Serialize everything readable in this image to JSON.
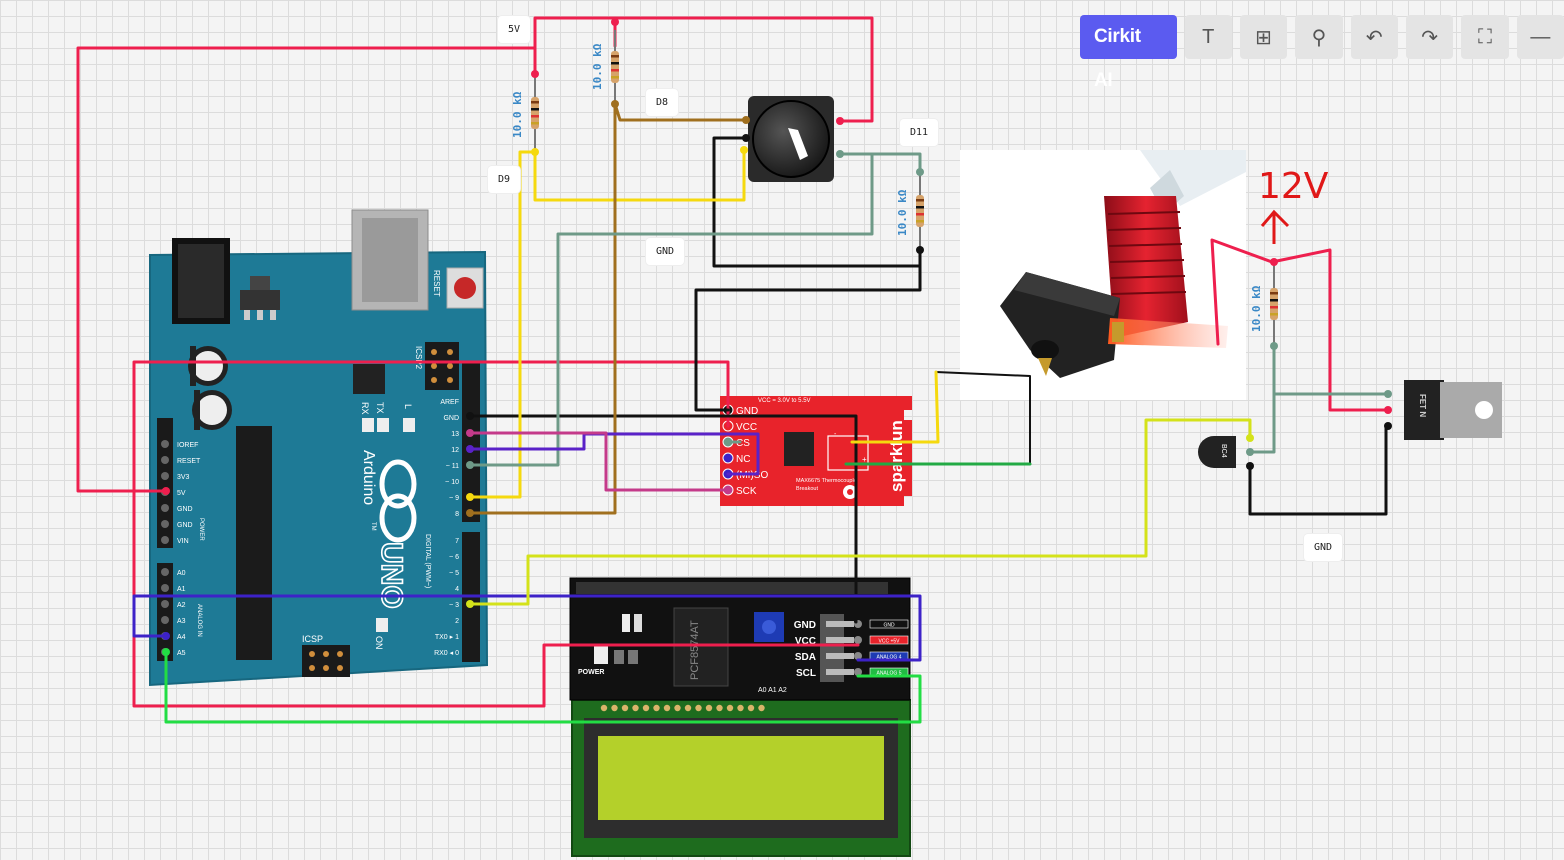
{
  "toolbar": {
    "ai_label": "Cirkit AI",
    "tools": [
      {
        "name": "text-tool",
        "glyph": "T"
      },
      {
        "name": "table-tool",
        "glyph": "⊞"
      },
      {
        "name": "route-tool",
        "glyph": "⚲"
      },
      {
        "name": "undo-tool",
        "glyph": "↶"
      },
      {
        "name": "redo-tool",
        "glyph": "↷"
      },
      {
        "name": "fullscreen-tool",
        "glyph": "⛶"
      },
      {
        "name": "minimize-tool",
        "glyph": "—"
      }
    ]
  },
  "net_labels": {
    "five_v": "5V",
    "d8": "D8",
    "d9": "D9",
    "d11": "D11",
    "gnd_center": "GND",
    "gnd_right": "GND"
  },
  "resistors": {
    "r1": "10.0 kΩ",
    "r2": "10.0 kΩ",
    "r3": "10.0 kΩ",
    "r4": "10.0 kΩ"
  },
  "arduino": {
    "name": "Arduino",
    "model": "UNO",
    "reset": "RESET",
    "icsp2": "ICSP2",
    "icsp": "ICSP",
    "tx": "TX",
    "rx": "RX",
    "l": "L",
    "on": "ON",
    "power": "POWER",
    "analog_in": "ANALOG IN",
    "digital": "DIGITAL (PWM~)",
    "tm": "TM",
    "power_pins": [
      "IOREF",
      "RESET",
      "3V3",
      "5V",
      "GND",
      "GND",
      "VIN"
    ],
    "analog_pins": [
      "A0",
      "A1",
      "A2",
      "A3",
      "A4",
      "A5"
    ],
    "top_pins": [
      "AREF",
      "GND",
      "13",
      "12",
      "~ 11",
      "~ 10",
      "~ 9",
      "8"
    ],
    "bottom_pins": [
      "7",
      "~ 6",
      "~ 5",
      "4",
      "~ 3",
      "2",
      "TX0 ▸ 1",
      "RX0 ◂ 0"
    ]
  },
  "thermocouple": {
    "pins": [
      "GND",
      "VCC",
      "CS",
      "NC",
      "(MI)SO",
      "SCK"
    ],
    "header": "VCC = 3.0V to 5.5V",
    "board_name": "MAX6675 Thermocouple",
    "board_sub": "Breakout",
    "brand": "sparkfun",
    "minus": "-",
    "plus": "+"
  },
  "lcd_i2c": {
    "chip": "PCF8574AT",
    "power": "POWER",
    "pins": [
      "GND",
      "VCC",
      "SDA",
      "SCL"
    ],
    "tags": [
      "GND",
      "VCC +5V",
      "ANALOG 4",
      "ANALOG 5"
    ],
    "addr": "A0 A1 A2"
  },
  "mosfet": {
    "label": "FET N"
  },
  "transistor": {
    "label": "BC4"
  },
  "annotation": {
    "text": "12V"
  },
  "colors": {
    "red_wire": "#ee1f4e",
    "black_wire": "#111111",
    "yellow_wire": "#f5d90e",
    "brown_wire": "#a06f1e",
    "teal_wire": "#6e9a88",
    "purple_wire": "#5a22c8",
    "magenta_wire": "#c43a8a",
    "green_wire": "#22bb44",
    "lime_wire": "#d4e21a",
    "arduino_blue": "#1e7a96",
    "sparkfun_red": "#e8232b",
    "cirkit_ai": "#5b5bf0"
  }
}
